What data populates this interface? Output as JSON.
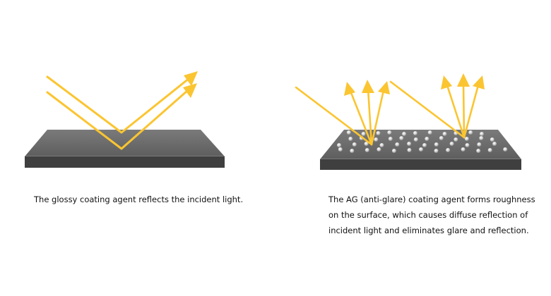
{
  "panels": [
    {
      "id": "glossy",
      "caption": "The glossy coating agent reflects the incident light."
    },
    {
      "id": "anti-glare",
      "caption": "The AG (anti-glare) coating agent forms roughness on the surface, which causes diffuse reflection of incident light and eliminates glare and reflection."
    }
  ],
  "colors": {
    "light_ray": "#fbc531",
    "surface_top": "#6b6b6b",
    "surface_side": "#3d3d3d",
    "edge_highlight": "#8a8a8a",
    "beads": "#e6e6e6"
  }
}
